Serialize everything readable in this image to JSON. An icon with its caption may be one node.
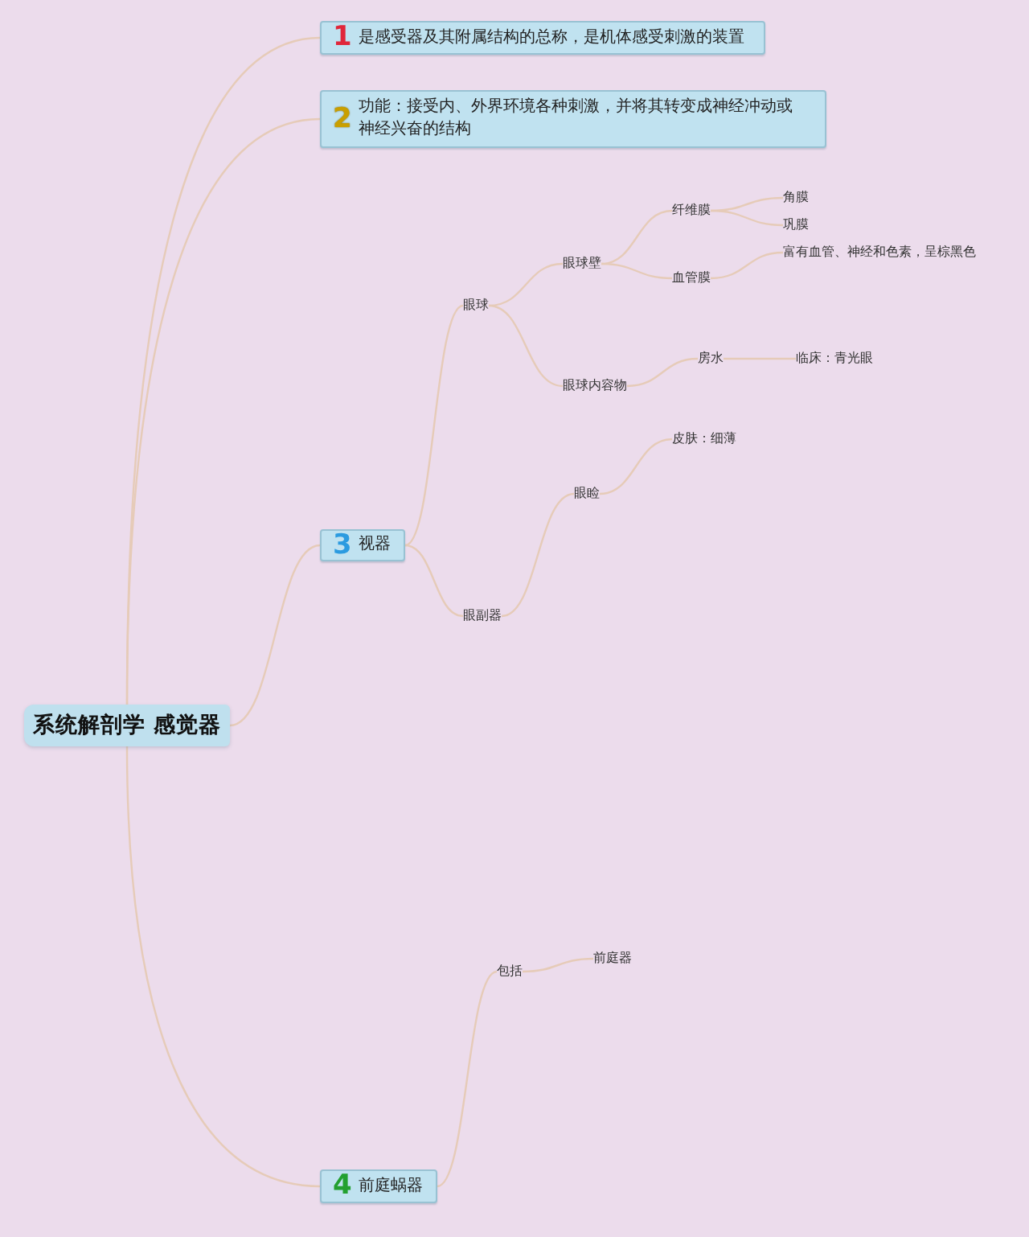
{
  "diagram": {
    "nodes": [
      {
        "text": [
          "系统解剖学 感觉器"
        ]
      },
      {
        "text": [
          "1",
          "是感受器及其附属结构的总称，是机体感受刺激的装置"
        ]
      },
      {
        "text": [
          "2",
          "功能：接受内、外界环境各种刺激，并将其转变成神经冲动或神经兴奋的结构"
        ]
      },
      {
        "text": [
          "3",
          "视器"
        ]
      },
      {
        "text": [
          "眼球"
        ]
      },
      {
        "text": [
          "眼球壁"
        ]
      },
      {
        "text": [
          "纤维膜"
        ]
      },
      {
        "text": [
          "角膜"
        ]
      },
      {
        "text": [
          "巩膜"
        ]
      },
      {
        "text": [
          "血管膜"
        ]
      },
      {
        "text": [
          "富有血管、神经和色素，呈棕黑色"
        ]
      },
      {
        "text": [
          "眼球内容物"
        ]
      },
      {
        "text": [
          "房水"
        ]
      },
      {
        "text": [
          "临床：青光眼"
        ]
      },
      {
        "text": [
          "眼副器"
        ]
      },
      {
        "text": [
          "眼睑"
        ]
      },
      {
        "text": [
          "皮肤：细薄"
        ]
      },
      {
        "text": [
          "4",
          "前庭蜗器"
        ]
      },
      {
        "text": [
          "包括"
        ]
      },
      {
        "text": [
          "前庭器"
        ]
      }
    ],
    "edges": [
      {
        "from": 0,
        "to": 1,
        "arrow": "none"
      },
      {
        "from": 0,
        "to": 2,
        "arrow": "none"
      },
      {
        "from": 0,
        "to": 3,
        "arrow": "none"
      },
      {
        "from": 0,
        "to": 17,
        "arrow": "none"
      },
      {
        "from": 3,
        "to": 4,
        "arrow": "none"
      },
      {
        "from": 3,
        "to": 14,
        "arrow": "none"
      },
      {
        "from": 4,
        "to": 5,
        "arrow": "none"
      },
      {
        "from": 4,
        "to": 11,
        "arrow": "none"
      },
      {
        "from": 5,
        "to": 6,
        "arrow": "none"
      },
      {
        "from": 5,
        "to": 9,
        "arrow": "none"
      },
      {
        "from": 6,
        "to": 7,
        "arrow": "none"
      },
      {
        "from": 6,
        "to": 8,
        "arrow": "none"
      },
      {
        "from": 9,
        "to": 10,
        "arrow": "none"
      },
      {
        "from": 11,
        "to": 12,
        "arrow": "none"
      },
      {
        "from": 12,
        "to": 13,
        "arrow": "none"
      },
      {
        "from": 14,
        "to": 15,
        "arrow": "none"
      },
      {
        "from": 15,
        "to": 16,
        "arrow": "none"
      },
      {
        "from": 17,
        "to": 18,
        "arrow": "none"
      },
      {
        "from": 18,
        "to": 19,
        "arrow": "none"
      }
    ]
  }
}
